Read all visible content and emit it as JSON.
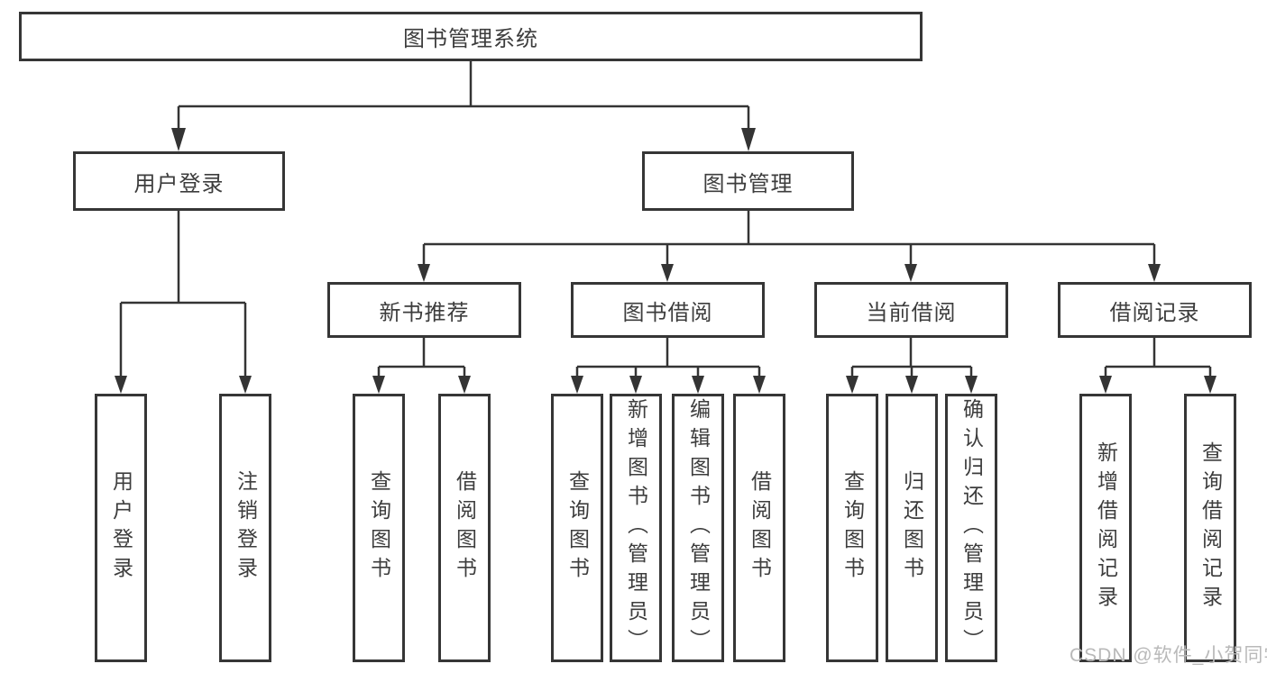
{
  "diagram": {
    "type": "hierarchy-tree",
    "orientation": "top-down",
    "colors": {
      "background": "#ffffff",
      "box_fill": "#ffffff",
      "box_border": "#363636",
      "line": "#343434",
      "text": "#3d3d3d",
      "watermark": "#b9b9b9"
    },
    "tree": {
      "label": "图书管理系统",
      "children": [
        {
          "label": "用户登录",
          "children": [
            {
              "label": "用户登录"
            },
            {
              "label": "注销登录"
            }
          ]
        },
        {
          "label": "图书管理",
          "children": [
            {
              "label": "新书推荐",
              "children": [
                {
                  "label": "查询图书"
                },
                {
                  "label": "借阅图书"
                }
              ]
            },
            {
              "label": "图书借阅",
              "children": [
                {
                  "label": "查询图书"
                },
                {
                  "label": "新增图书（管理员）"
                },
                {
                  "label": "编辑图书（管理员）"
                },
                {
                  "label": "借阅图书"
                }
              ]
            },
            {
              "label": "当前借阅",
              "children": [
                {
                  "label": "查询图书"
                },
                {
                  "label": "归还图书"
                },
                {
                  "label": "确认归还（管理员）"
                }
              ]
            },
            {
              "label": "借阅记录",
              "children": [
                {
                  "label": "新增借阅记录"
                },
                {
                  "label": "查询借阅记录"
                }
              ]
            }
          ]
        }
      ]
    },
    "watermark": {
      "text": "CSDN @软件_小贺同学"
    }
  }
}
